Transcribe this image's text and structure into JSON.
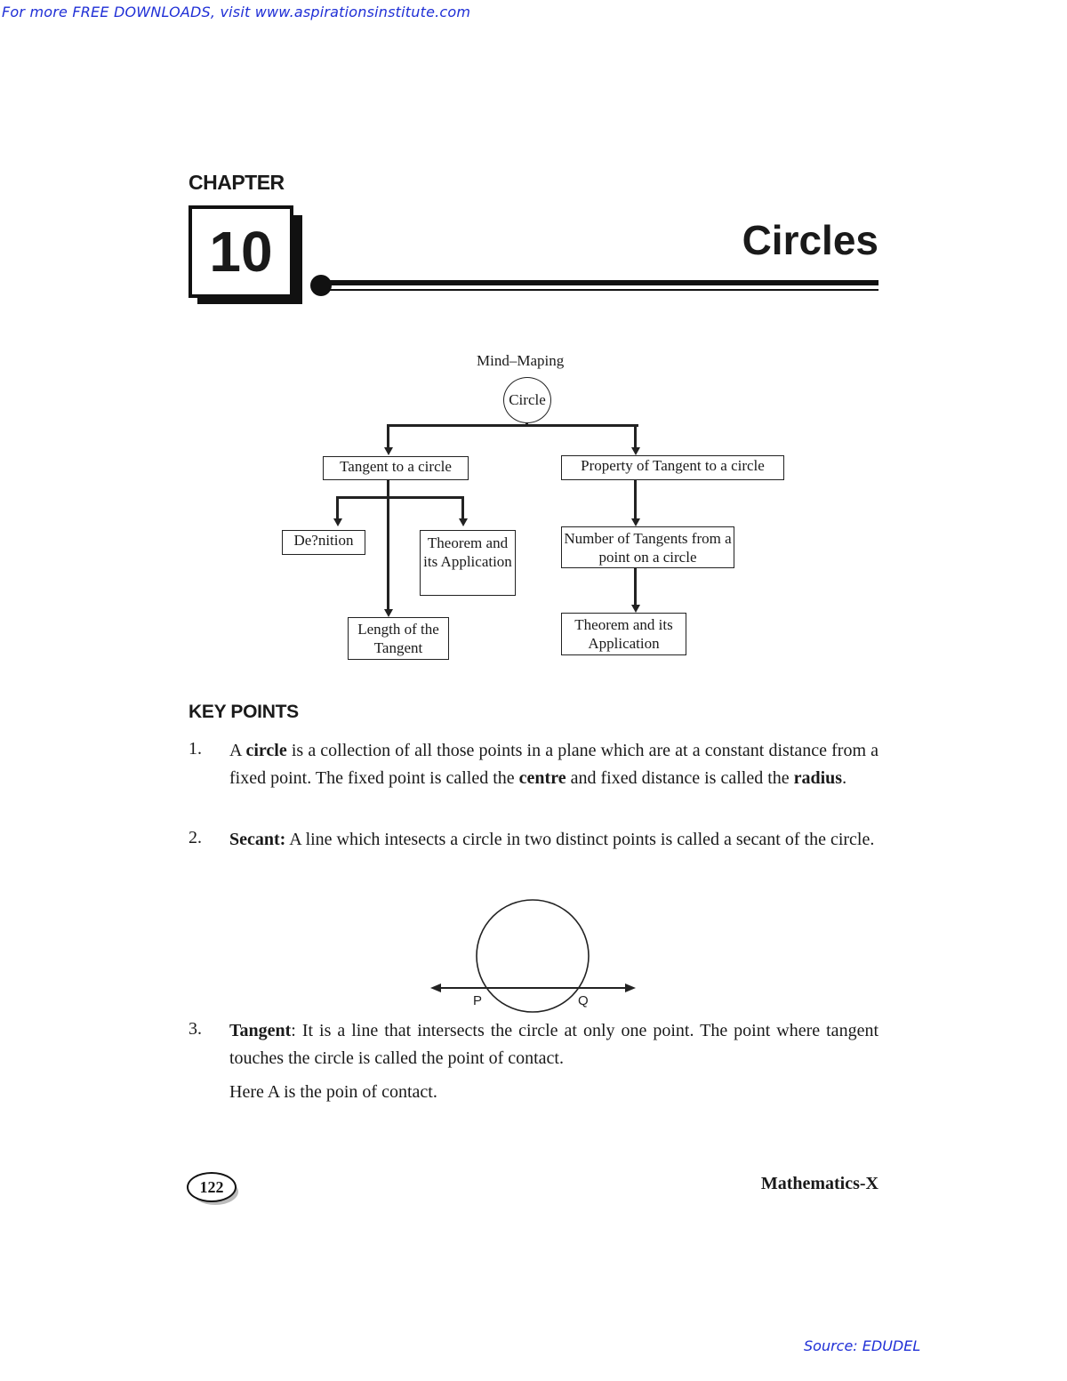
{
  "header": {
    "link_text": "For more FREE DOWNLOADS, visit www.aspirationsinstitute.com"
  },
  "chapter": {
    "label": "CHAPTER",
    "number": "10",
    "title": "Circles"
  },
  "mind_map": {
    "title": "Mind–Maping",
    "root": "Circle",
    "nodes": {
      "tangent": "Tangent to a circle",
      "property": "Property of Tangent to a circle",
      "definition": "De?nition",
      "theorem_app_1": "Theorem and its Application",
      "length": "Length of the Tangent",
      "number_tangents": "Number of Tangents from a point on a circle",
      "theorem_app_2": "Theorem and its Application"
    }
  },
  "key_points": {
    "heading": "KEY POINTS",
    "items": [
      {
        "num": "1.",
        "pre": "A ",
        "b1": "circle",
        "mid1": " is a collection of all those points in a plane which are at a constant distance from a fixed point. The fixed point is called the ",
        "b2": "centre",
        "mid2": " and fixed distance is called the ",
        "b3": "radius",
        "post": "."
      },
      {
        "num": "2.",
        "bold": "Secant:",
        "text": " A line which intesects a circle in two distinct points is called a secant of the circle."
      },
      {
        "num": "3.",
        "bold": "Tangent",
        "text": ": It is a line that intersects the circle at only one point. The point where tangent touches the circle is called the point of contact."
      }
    ],
    "contact_note": "Here A is the poin of contact."
  },
  "figure": {
    "label_p": "P",
    "label_q": "Q"
  },
  "footer": {
    "page_number": "122",
    "subject": "Mathematics-X",
    "source": "Source: EDUDEL"
  }
}
